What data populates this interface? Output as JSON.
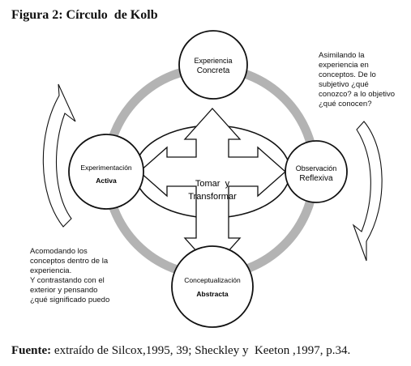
{
  "title": "Figura 2: Círculo  de Kolb",
  "nodes": {
    "top": {
      "line1": "Experiencia",
      "line2": "Concreta"
    },
    "right": {
      "line1": "Observación",
      "line2": "Reflexiva"
    },
    "bottom": {
      "line1": "Conceptualización",
      "line2": "Abstracta"
    },
    "left": {
      "line1": "Experimentación",
      "line2": "Activa"
    }
  },
  "center": {
    "line1": "Tomar  y",
    "line2": "Transformar"
  },
  "notes": {
    "right": [
      "Asimilando la",
      "experiencia en",
      "conceptos. De lo",
      "subjetivo ¿qué",
      "conozco? a lo objetivo",
      "¿qué conocen?"
    ],
    "left": [
      "Acomodando los",
      "conceptos dentro de la",
      "experiencia.",
      "Y contrastando con el",
      "exterior  y  pensando",
      "¿qué significado puedo"
    ]
  },
  "caption": {
    "label": "Fuente:",
    "text": " extraído de Silcox,1995, 39; Sheckley y  Keeton ,1997, p.34."
  },
  "colors": {
    "ring": "#b3b3b3",
    "stroke": "#111111"
  }
}
